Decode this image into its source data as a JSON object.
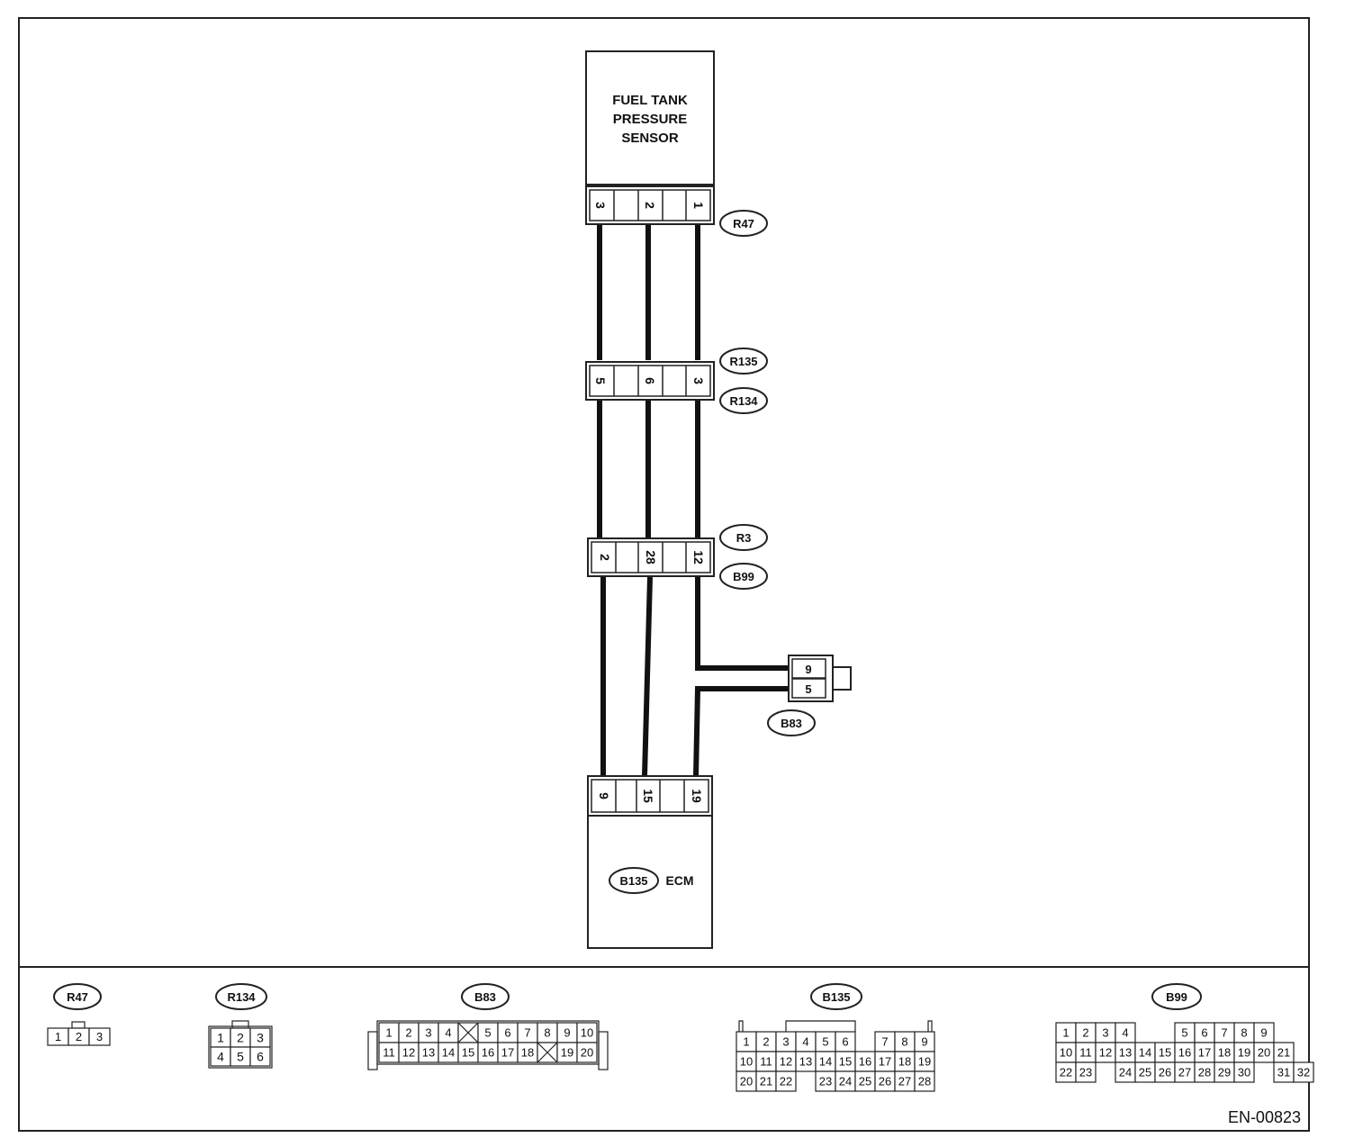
{
  "sensor": {
    "lines": [
      "FUEL TANK",
      "PRESSURE",
      "SENSOR"
    ]
  },
  "ecm": {
    "connector": "B135",
    "label": "ECM"
  },
  "connectors": {
    "r47": "R47",
    "r135": "R135",
    "r134": "R134",
    "r3": "R3",
    "b99": "B99",
    "b83": "B83"
  },
  "pins": {
    "r47": [
      "3",
      "2",
      "1"
    ],
    "r135_r134": [
      "5",
      "6",
      "3"
    ],
    "r3_b99": [
      "2",
      "28",
      "12"
    ],
    "b135": [
      "9",
      "15",
      "19"
    ],
    "b83": [
      "9",
      "5"
    ]
  },
  "views": {
    "r47": {
      "label": "R47",
      "rows": [
        [
          "1",
          "2",
          "3"
        ]
      ]
    },
    "r134": {
      "label": "R134",
      "rows": [
        [
          "1",
          "2",
          "3"
        ],
        [
          "4",
          "5",
          "6"
        ]
      ]
    },
    "b83": {
      "label": "B83",
      "rows": [
        [
          "1",
          "2",
          "3",
          "4",
          "X",
          "5",
          "6",
          "7",
          "8",
          "9",
          "10"
        ],
        [
          "11",
          "12",
          "13",
          "14",
          "15",
          "16",
          "17",
          "18",
          "X",
          "19",
          "20"
        ]
      ]
    },
    "b135": {
      "label": "B135",
      "rows": [
        [
          "1",
          "2",
          "3",
          "4",
          "5",
          "6",
          "",
          "7",
          "8",
          "9"
        ],
        [
          "10",
          "11",
          "12",
          "13",
          "14",
          "15",
          "16",
          "17",
          "18",
          "19"
        ],
        [
          "20",
          "21",
          "22",
          "",
          "23",
          "24",
          "25",
          "26",
          "27",
          "28"
        ]
      ]
    },
    "b99": {
      "label": "B99",
      "rows": [
        [
          "1",
          "2",
          "3",
          "4",
          "",
          "",
          "5",
          "6",
          "7",
          "8",
          "9"
        ],
        [
          "10",
          "11",
          "12",
          "13",
          "14",
          "15",
          "16",
          "17",
          "18",
          "19",
          "20",
          "21"
        ],
        [
          "22",
          "23",
          "",
          "24",
          "25",
          "26",
          "27",
          "28",
          "29",
          "30",
          "",
          "31",
          "32"
        ]
      ]
    }
  },
  "figure_id": "EN-00823"
}
